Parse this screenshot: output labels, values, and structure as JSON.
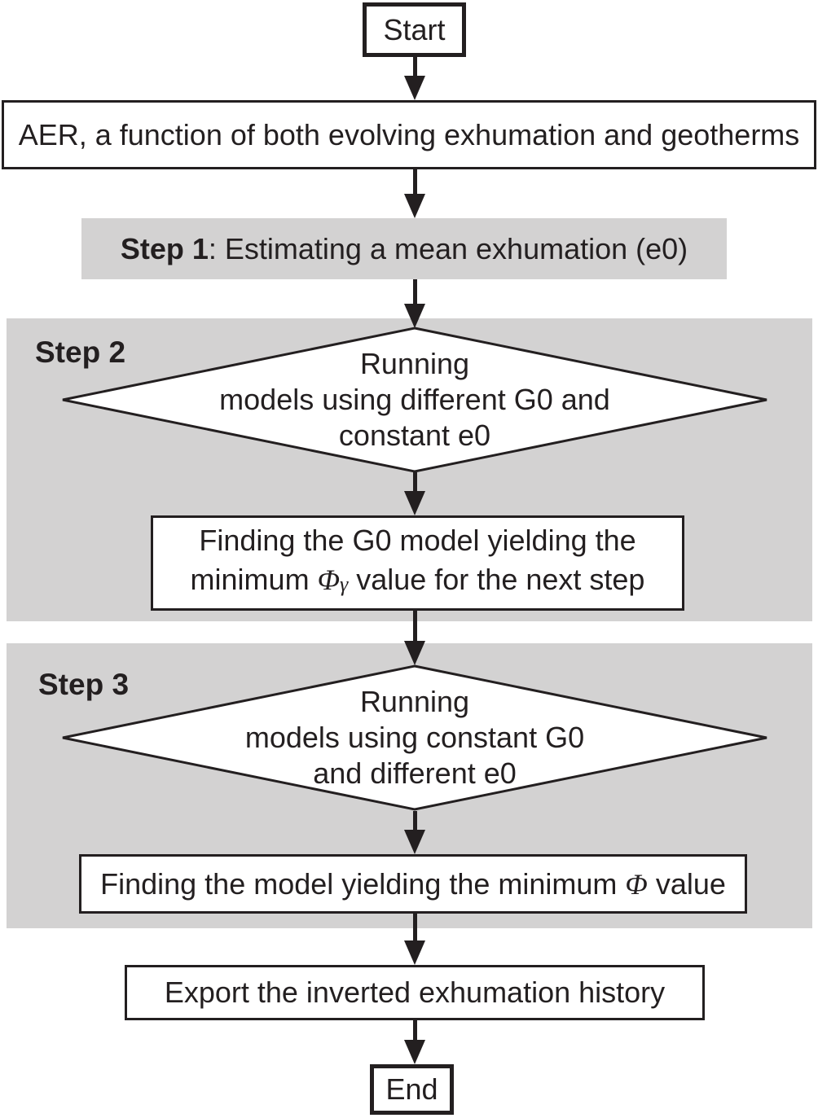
{
  "palette": {
    "ink": "#231f20",
    "region_gray": "#d3d2d2",
    "node_fill": "#ffffff"
  },
  "flowchart": {
    "start": "Start",
    "aer": "AER, a function of both evolving exhumation and geotherms",
    "step1": {
      "title": "Step 1",
      "text": ": Estimating a mean exhumation (e0)"
    },
    "step2": {
      "title": "Step 2",
      "diamond": [
        "Running",
        "models using different G0 and",
        "constant e0"
      ],
      "finding": {
        "line1": "Finding the G0 model yielding the",
        "line2_pre": "minimum ",
        "phi": "Φ",
        "gamma": "γ",
        "line2_post": " value for the next step"
      }
    },
    "step3": {
      "title": "Step 3",
      "diamond": [
        "Running",
        "models using constant G0",
        "and different e0"
      ],
      "finding": {
        "pre": "Finding the model yielding the minimum ",
        "phi": "Φ",
        "post": " value"
      }
    },
    "export": "Export the inverted exhumation history",
    "end": "End"
  }
}
